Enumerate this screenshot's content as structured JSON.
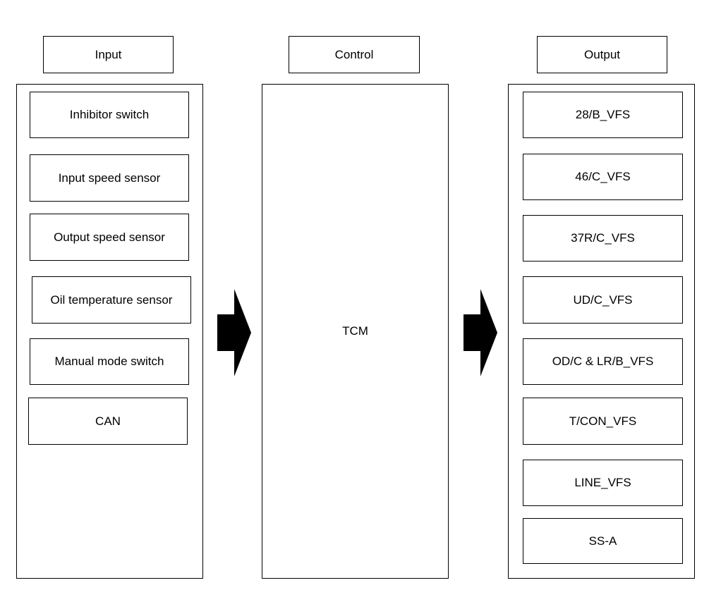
{
  "headers": {
    "input": "Input",
    "control": "Control",
    "output": "Output"
  },
  "inputs": [
    "Inhibitor switch",
    "Input speed sensor",
    "Output speed sensor",
    "Oil temperature sensor",
    "Manual mode switch",
    "CAN"
  ],
  "control": {
    "label": "TCM"
  },
  "outputs": [
    "28/B_VFS",
    "46/C_VFS",
    "37R/C_VFS",
    "UD/C_VFS",
    "OD/C & LR/B_VFS",
    "T/CON_VFS",
    "LINE_VFS",
    "SS-A"
  ]
}
